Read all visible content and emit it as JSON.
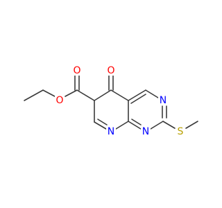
{
  "molecule": {
    "atoms": {
      "oxygen_ester_carbonyl": {
        "symbol": "O",
        "color": "#ff0000"
      },
      "oxygen_ester_ether": {
        "symbol": "O",
        "color": "#ff0000"
      },
      "oxygen_ketone": {
        "symbol": "O",
        "color": "#ff0000"
      },
      "nitrogen_pyrimidine_top": {
        "symbol": "N",
        "color": "#0000ff"
      },
      "nitrogen_pyrimidine_bottom": {
        "symbol": "N",
        "color": "#0000ff"
      },
      "nitrogen_pyridine": {
        "symbol": "N",
        "color": "#0000ff"
      },
      "sulfur_thioether": {
        "symbol": "S",
        "color": "#b8a000"
      }
    },
    "bond_color": "#3a3a3a"
  }
}
